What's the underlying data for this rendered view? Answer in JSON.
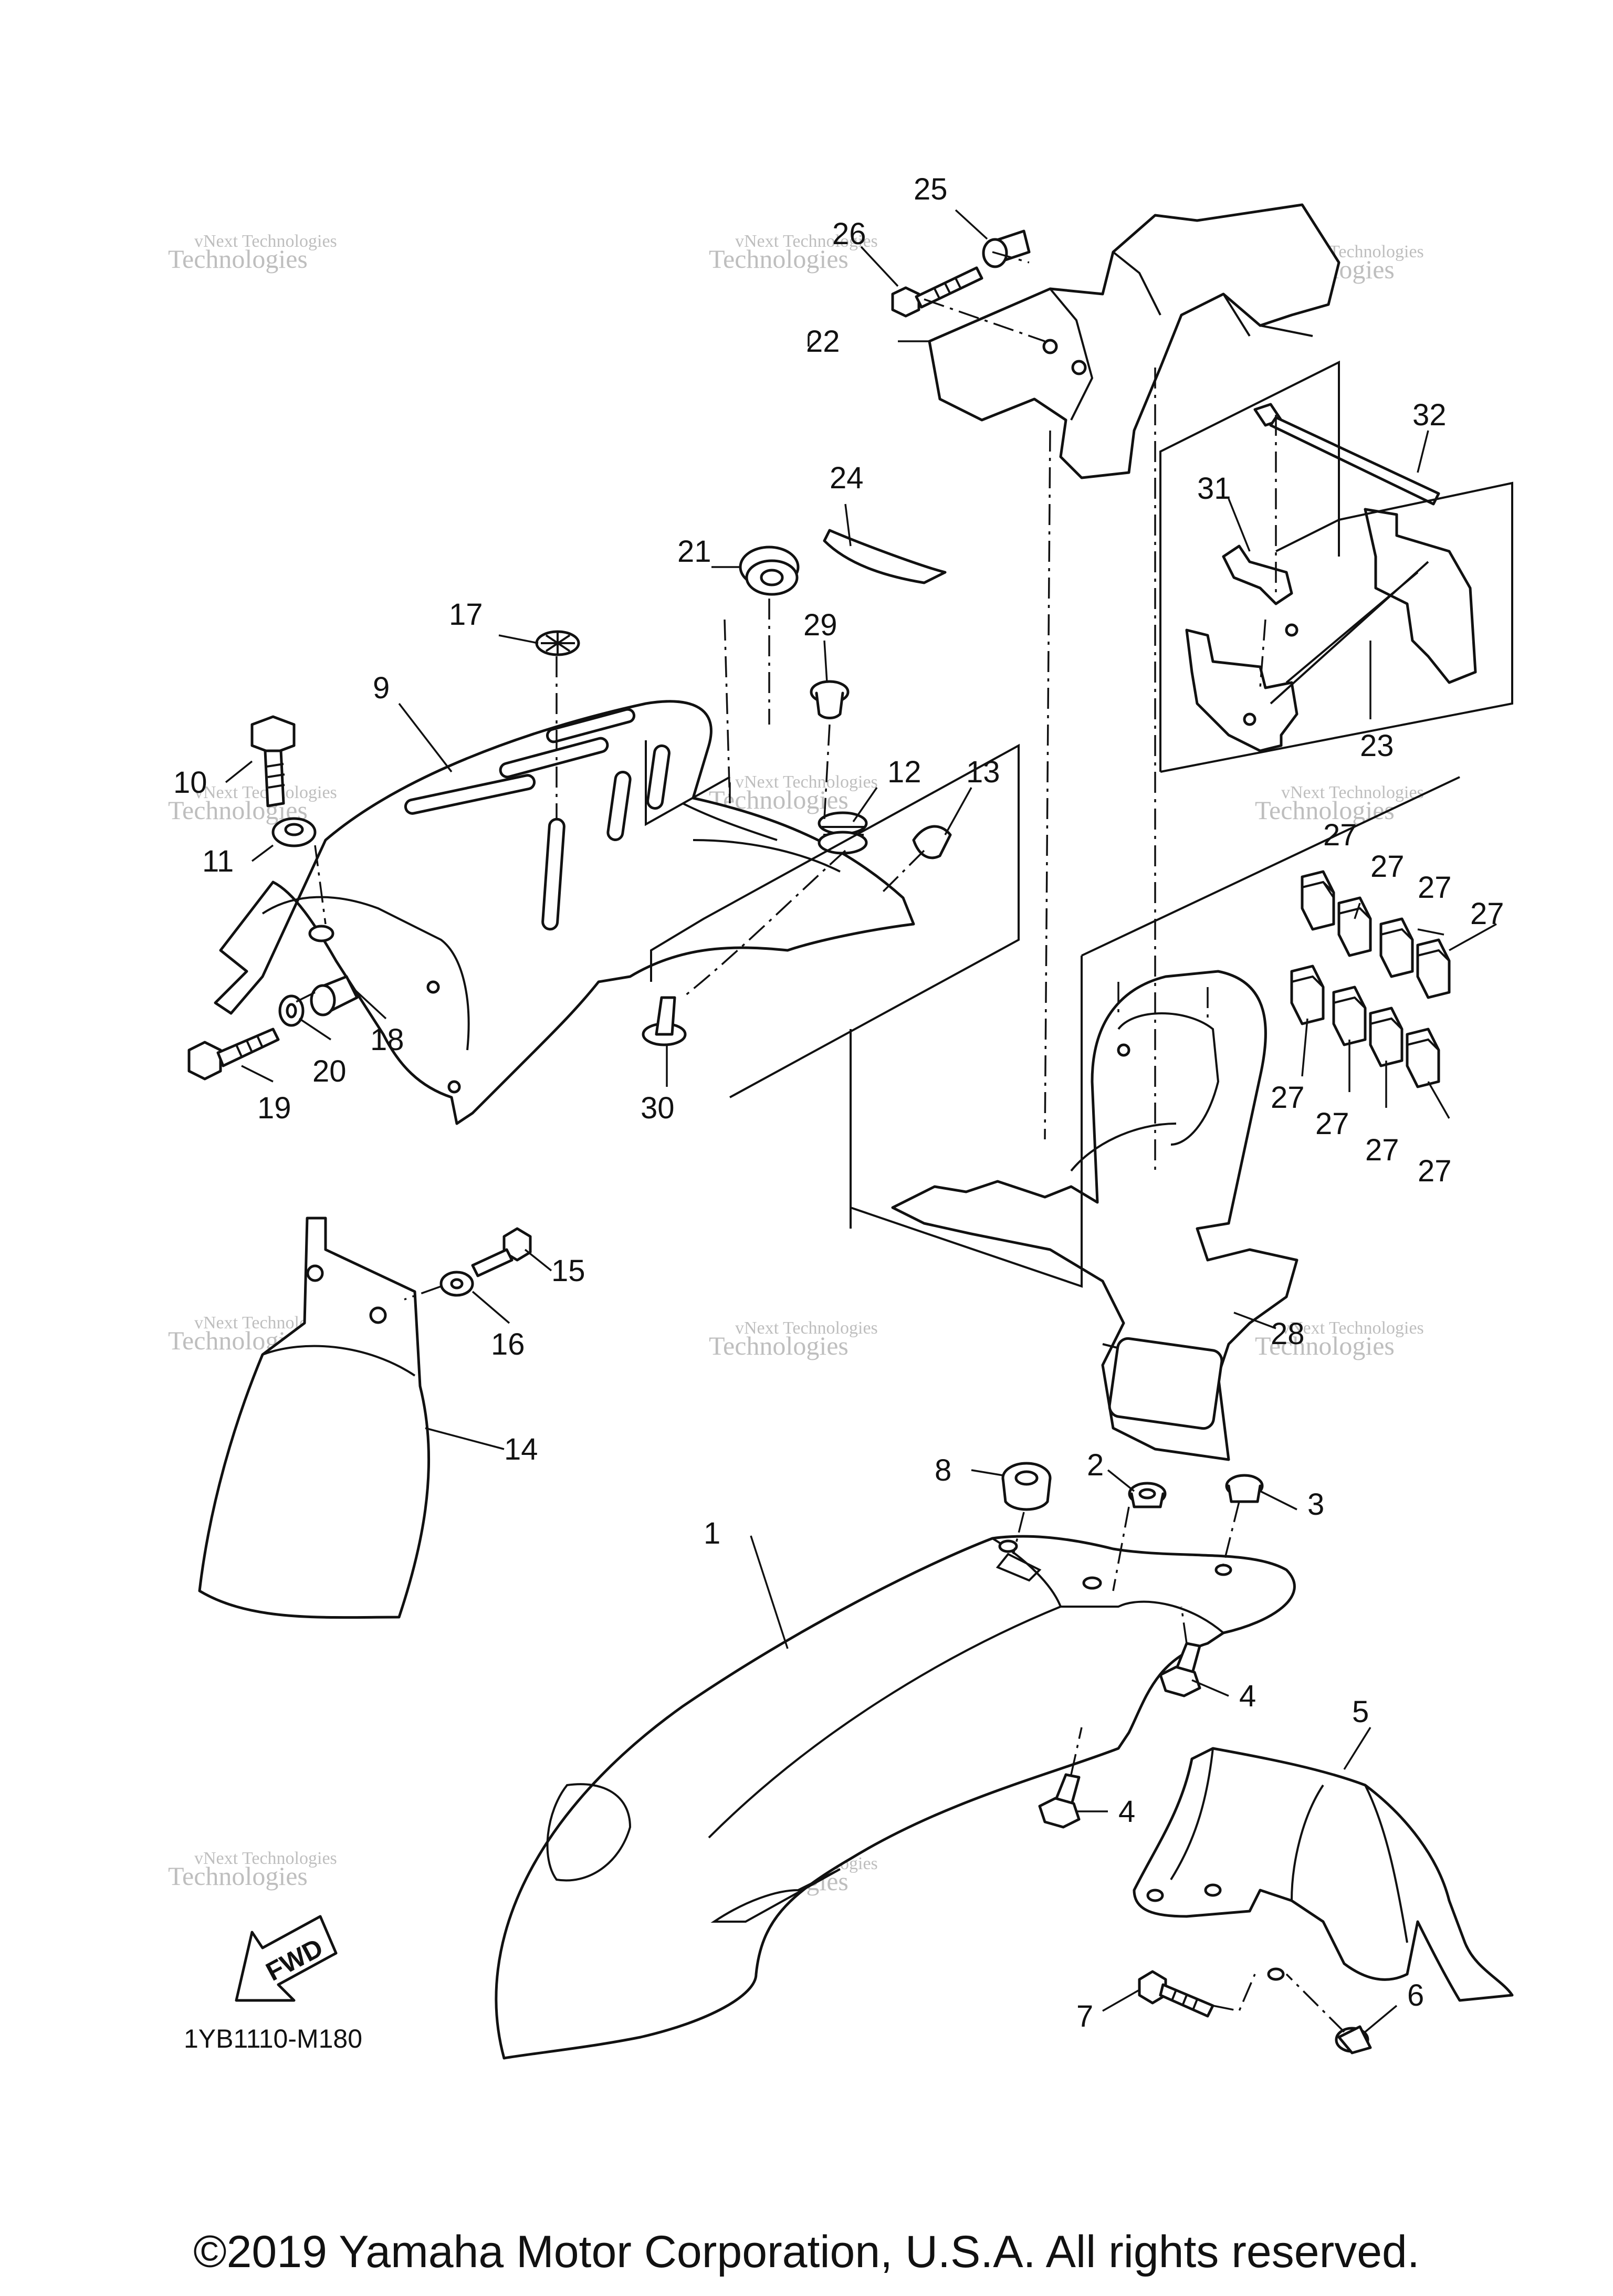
{
  "diagram": {
    "code": "1YB1110-M180",
    "fwd_label": "FWD",
    "watermark_line1": "vNext Technologies",
    "watermark_line2": "Technologies",
    "watermark_line3": "vNext",
    "callouts": [
      {
        "id": "c1",
        "label": "1"
      },
      {
        "id": "c2",
        "label": "2"
      },
      {
        "id": "c3",
        "label": "3"
      },
      {
        "id": "c4a",
        "label": "4"
      },
      {
        "id": "c4b",
        "label": "4"
      },
      {
        "id": "c5",
        "label": "5"
      },
      {
        "id": "c6",
        "label": "6"
      },
      {
        "id": "c7",
        "label": "7"
      },
      {
        "id": "c8",
        "label": "8"
      },
      {
        "id": "c9",
        "label": "9"
      },
      {
        "id": "c10",
        "label": "10"
      },
      {
        "id": "c11",
        "label": "11"
      },
      {
        "id": "c12",
        "label": "12"
      },
      {
        "id": "c13",
        "label": "13"
      },
      {
        "id": "c14",
        "label": "14"
      },
      {
        "id": "c15",
        "label": "15"
      },
      {
        "id": "c16",
        "label": "16"
      },
      {
        "id": "c17",
        "label": "17"
      },
      {
        "id": "c18",
        "label": "18"
      },
      {
        "id": "c19",
        "label": "19"
      },
      {
        "id": "c20",
        "label": "20"
      },
      {
        "id": "c21",
        "label": "21"
      },
      {
        "id": "c22",
        "label": "22"
      },
      {
        "id": "c23",
        "label": "23"
      },
      {
        "id": "c24",
        "label": "24"
      },
      {
        "id": "c25",
        "label": "25"
      },
      {
        "id": "c26",
        "label": "26"
      },
      {
        "id": "c27a",
        "label": "27"
      },
      {
        "id": "c27b",
        "label": "27"
      },
      {
        "id": "c27c",
        "label": "27"
      },
      {
        "id": "c27d",
        "label": "27"
      },
      {
        "id": "c27e",
        "label": "27"
      },
      {
        "id": "c27f",
        "label": "27"
      },
      {
        "id": "c27g",
        "label": "27"
      },
      {
        "id": "c27h",
        "label": "27"
      },
      {
        "id": "c28",
        "label": "28"
      },
      {
        "id": "c29",
        "label": "29"
      },
      {
        "id": "c30",
        "label": "30"
      },
      {
        "id": "c31",
        "label": "31"
      },
      {
        "id": "c32",
        "label": "32"
      }
    ]
  },
  "copyright": "©2019 Yamaha Motor Corporation, U.S.A. All rights reserved."
}
